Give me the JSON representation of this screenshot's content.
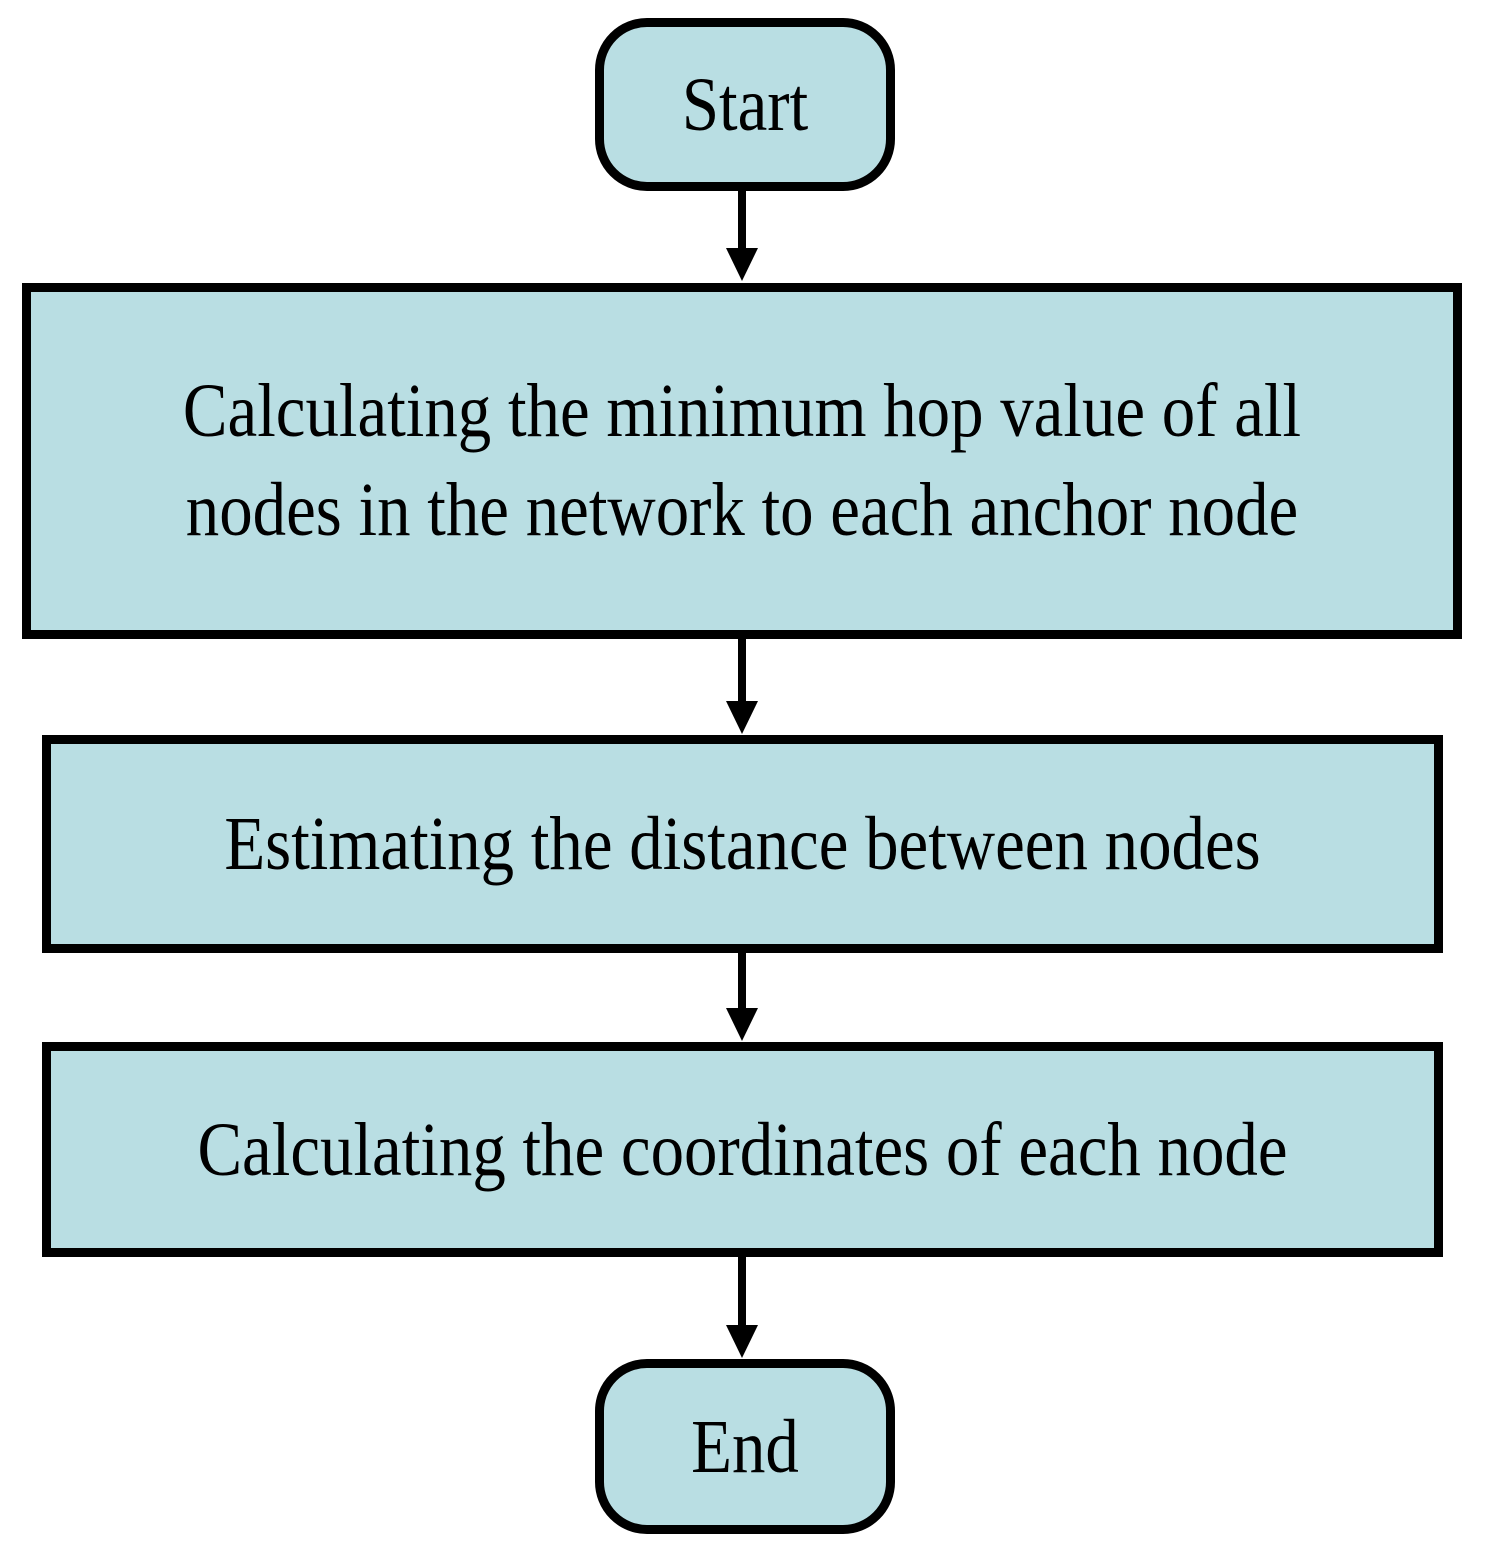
{
  "diagram": {
    "title": "Localization algorithm flowchart",
    "type": "flowchart",
    "orientation": "top-to-bottom",
    "background_color": "#ffffff",
    "node_fill_color": "#b9dee3",
    "node_border_color": "#000000",
    "connector_color": "#000000",
    "text_color": "#000000"
  },
  "nodes": [
    {
      "id": "start",
      "shape": "terminator",
      "label": "Start"
    },
    {
      "id": "step-1",
      "shape": "process",
      "label": "Calculating the minimum hop value of all\nnodes in the network to each anchor node"
    },
    {
      "id": "step-2",
      "shape": "process",
      "label": "Estimating the distance between nodes"
    },
    {
      "id": "step-3",
      "shape": "process",
      "label": "Calculating the coordinates of each node"
    },
    {
      "id": "end",
      "shape": "terminator",
      "label": "End"
    }
  ],
  "connectors": [
    {
      "id": "start-to-step-1",
      "from": "start",
      "to": "step-1",
      "style": "solid-arrow"
    },
    {
      "id": "step-1-to-step-2",
      "from": "step-1",
      "to": "step-2",
      "style": "solid-arrow"
    },
    {
      "id": "step-2-to-step-3",
      "from": "step-2",
      "to": "step-3",
      "style": "solid-arrow"
    },
    {
      "id": "step-3-to-end",
      "from": "step-3",
      "to": "end",
      "style": "solid-arrow"
    }
  ]
}
